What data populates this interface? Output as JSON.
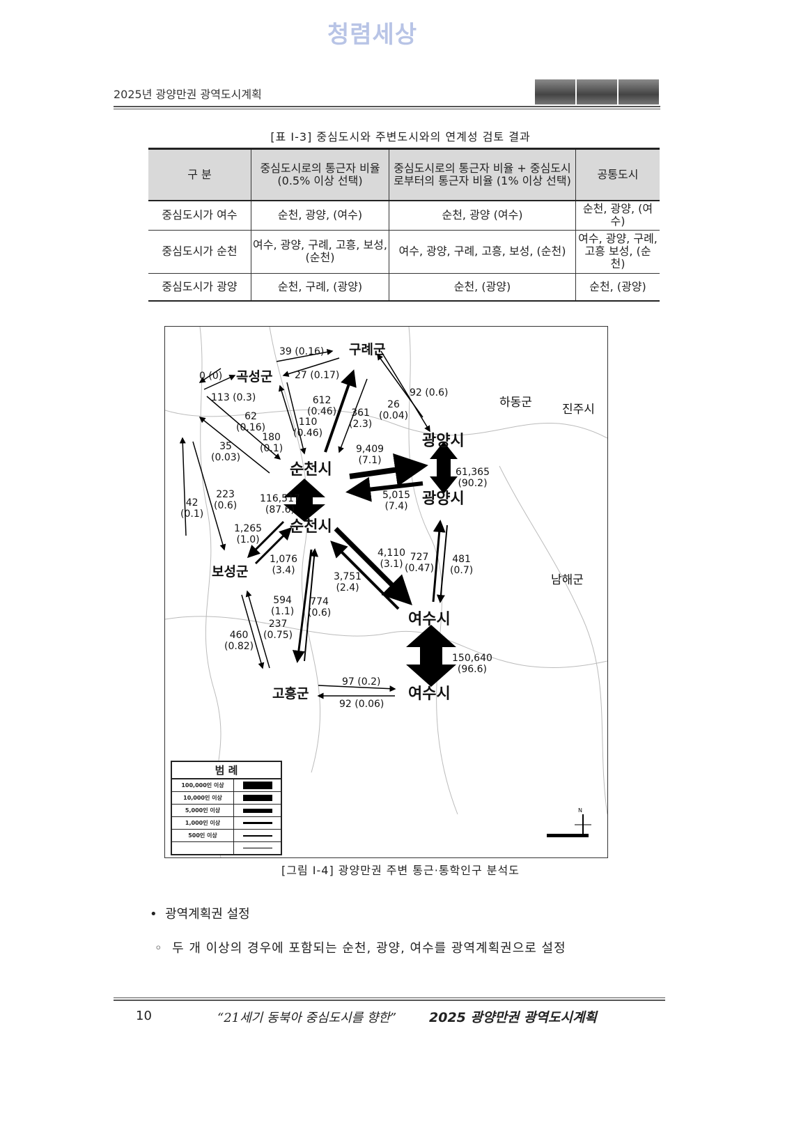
{
  "logo": "청렴세상",
  "header": {
    "title": "2025년 광양만권 광역도시계획"
  },
  "table": {
    "caption": "[표 Ⅰ-3] 중심도시와 주변도시와의 연계성 검토 결과",
    "headers": [
      "구  분",
      "중심도시로의 통근자 비율(0.5% 이상 선택)",
      "중심도시로의 통근자 비율 + 중심도시로부터의 통근자 비율 (1% 이상 선택)",
      "공통도시"
    ],
    "rows": [
      [
        "중심도시가 여수",
        "순천, 광양, (여수)",
        "순천, 광양 (여수)",
        "순천, 광양, (여수)"
      ],
      [
        "중심도시가 순천",
        "여수, 광양, 구례, 고흥, 보성, (순천)",
        "여수, 광양, 구례, 고흥, 보성, (순천)",
        "여수, 광양, 구례, 고흥 보성, (순천)"
      ],
      [
        "중심도시가 광양",
        "순천, 구례, (광양)",
        "순천, (광양)",
        "순천, (광양)"
      ]
    ]
  },
  "map": {
    "cities": [
      "구례군",
      "곡성군",
      "광양시",
      "순천시",
      "광양시",
      "순천시",
      "보성군",
      "여수시",
      "고흥군",
      "여수시"
    ],
    "regions": [
      "하동군",
      "진주시",
      "남해군"
    ],
    "flows": [
      "39 (0.16)",
      "27 (0.17)",
      "0 (0)",
      "113 (0.3)",
      "612\n(0.46)",
      "361\n(2.3)",
      "26\n(0.04)",
      "92 (0.6)",
      "62\n(0.16)",
      "110\n(0.46)",
      "180\n(0.1)",
      "35\n(0.03)",
      "9,409\n(7.1)",
      "61,365\n(90.2)",
      "223\n(0.6)",
      "42\n(0.1)",
      "116,517\n(87.6)",
      "5,015\n(7.4)",
      "1,265\n(1.0)",
      "1,076\n(3.4)",
      "4,110\n(3.1)",
      "727\n(0.47)",
      "481\n(0.7)",
      "3,751\n(2.4)",
      "594\n(1.1)",
      "774\n(0.6)",
      "237\n(0.75)",
      "460\n(0.82)",
      "150,640\n(96.6)",
      "97 (0.2)",
      "92 (0.06)"
    ],
    "legend": {
      "title": "범  례",
      "rows": [
        "100,000인 이상",
        "10,000인 이상",
        "5,000인 이상",
        "1,000인 이상",
        "500인 이상"
      ]
    },
    "north": "N"
  },
  "figure_caption": "[그림 Ⅰ-4] 광양만권 주변 통근·통학인구 분석도",
  "bullet": "광역계획권 설정",
  "sub": "두 개 이상의 경우에 포함되는 순천, 광양, 여수를 광역계획권으로 설정",
  "footer": {
    "page": "10",
    "slogan": "“21세기 동북아 중심도시를 향한”",
    "title": "2025 광양만권 광역도시계획"
  }
}
